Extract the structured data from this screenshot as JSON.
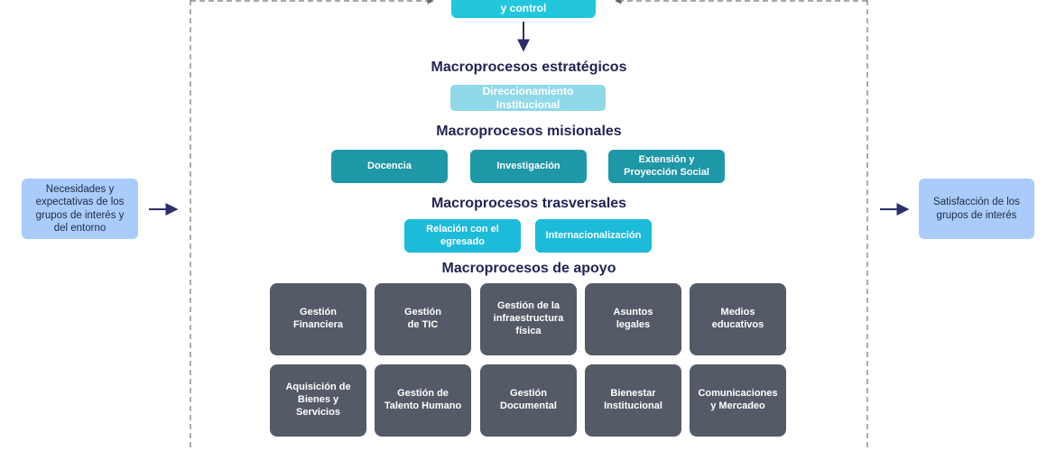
{
  "top": {
    "control_label": "y control"
  },
  "sections": {
    "estrategicos": {
      "title": "Macroprocesos estratégicos",
      "items": [
        "Direccionamiento Institucional"
      ]
    },
    "misionales": {
      "title": "Macroprocesos misionales",
      "items": [
        "Docencia",
        "Investigación",
        "Extensión y\nProyección Social"
      ]
    },
    "trasversales": {
      "title": "Macroprocesos trasversales",
      "items": [
        "Relación con el\negresado",
        "Internacionalización"
      ]
    },
    "apoyo": {
      "title": "Macroprocesos de apoyo",
      "row1": [
        "Gestión\nFinanciera",
        "Gestión\nde TIC",
        "Gestión de la\ninfraestructura\nfísica",
        "Asuntos\nlegales",
        "Medios\neducativos"
      ],
      "row2": [
        "Aquisición de\nBienes y Servicios",
        "Gestión de\nTalento Humano",
        "Gestión\nDocumental",
        "Bienestar\nInstitucional",
        "Comunicaciones\ny Mercadeo"
      ]
    }
  },
  "input": {
    "label": "Necesidades y\nexpectativas de los\ngrupos de interés y\ndel entorno"
  },
  "output": {
    "label": "Satisfacción de los\ngrupos de interés"
  },
  "colors": {
    "heading": "#1f2453",
    "top": "#22c7de",
    "estrategicos": "#8fd9e8",
    "misionales": "#1e97a6",
    "trasversales": "#1cbbd9",
    "apoyo": "#555a67",
    "side": "#a9ccfa",
    "arrow": "#2b2f6b",
    "dashed": "#777777"
  }
}
